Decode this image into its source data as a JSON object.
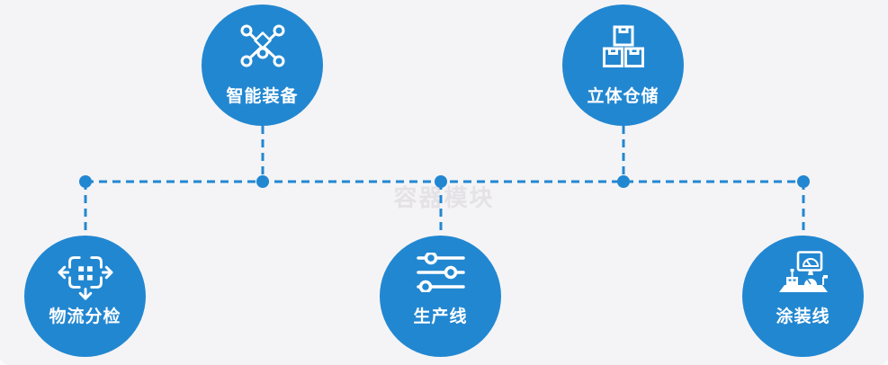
{
  "watermark": "容器模块",
  "nodes": [
    {
      "label": "智能装备",
      "icon": "network-nodes-icon",
      "position": "top-left"
    },
    {
      "label": "立体仓储",
      "icon": "stacked-boxes-icon",
      "position": "top-right"
    },
    {
      "label": "物流分检",
      "icon": "sort-distribute-icon",
      "position": "bottom-left"
    },
    {
      "label": "生产线",
      "icon": "sliders-icon",
      "position": "bottom-center"
    },
    {
      "label": "涂装线",
      "icon": "control-station-icon",
      "position": "bottom-right"
    }
  ],
  "colors": {
    "node_fill": "#2287d1",
    "connector": "#2287d1",
    "background": "#f4f4f6",
    "label_text": "#ffffff",
    "watermark_text": "#e4e2e6"
  }
}
